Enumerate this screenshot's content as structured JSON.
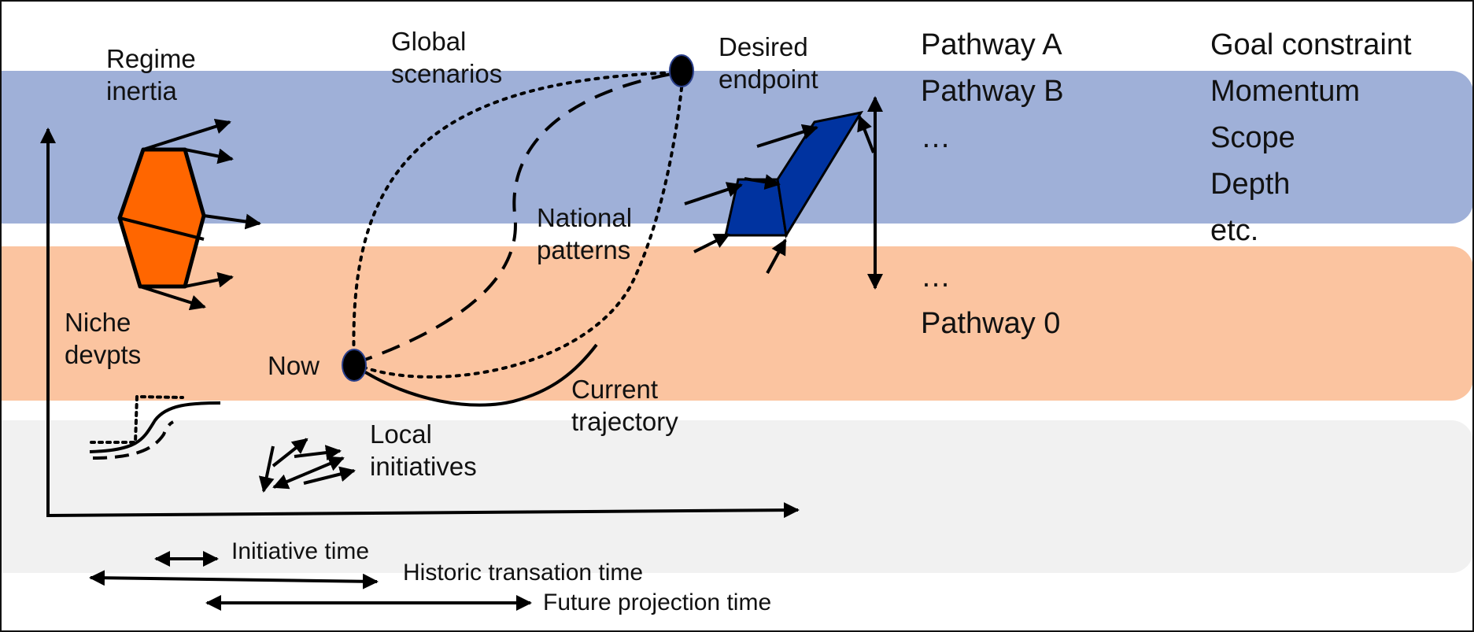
{
  "labels": {
    "regime_inertia_1": "Regime",
    "regime_inertia_2": "inertia",
    "global_scenarios_1": "Global",
    "global_scenarios_2": "scenarios",
    "desired_endpoint_1": "Desired",
    "desired_endpoint_2": "endpoint",
    "national_patterns_1": "National",
    "national_patterns_2": "patterns",
    "niche_devpts_1": "Niche",
    "niche_devpts_2": "devpts",
    "now": "Now",
    "current_trajectory_1": "Current",
    "current_trajectory_2": "trajectory",
    "local_initiatives_1": "Local",
    "local_initiatives_2": "initiatives"
  },
  "pathways": [
    "Pathway A",
    "Pathway B",
    "…",
    "",
    "",
    "…",
    "Pathway 0"
  ],
  "constraints": [
    "Goal constraint",
    "Momentum",
    "Scope",
    "Depth",
    "etc."
  ],
  "timescales": {
    "initiative": "Initiative time",
    "historic": "Historic transation time",
    "future": "Future projection time"
  },
  "colors": {
    "band_top": "#9fb0d8",
    "band_middle": "#fbc4a0",
    "band_bottom": "#f1f1f1",
    "regime_shape": "#ff6600",
    "endpoint_shape": "#0033a0",
    "node": "#000000"
  }
}
